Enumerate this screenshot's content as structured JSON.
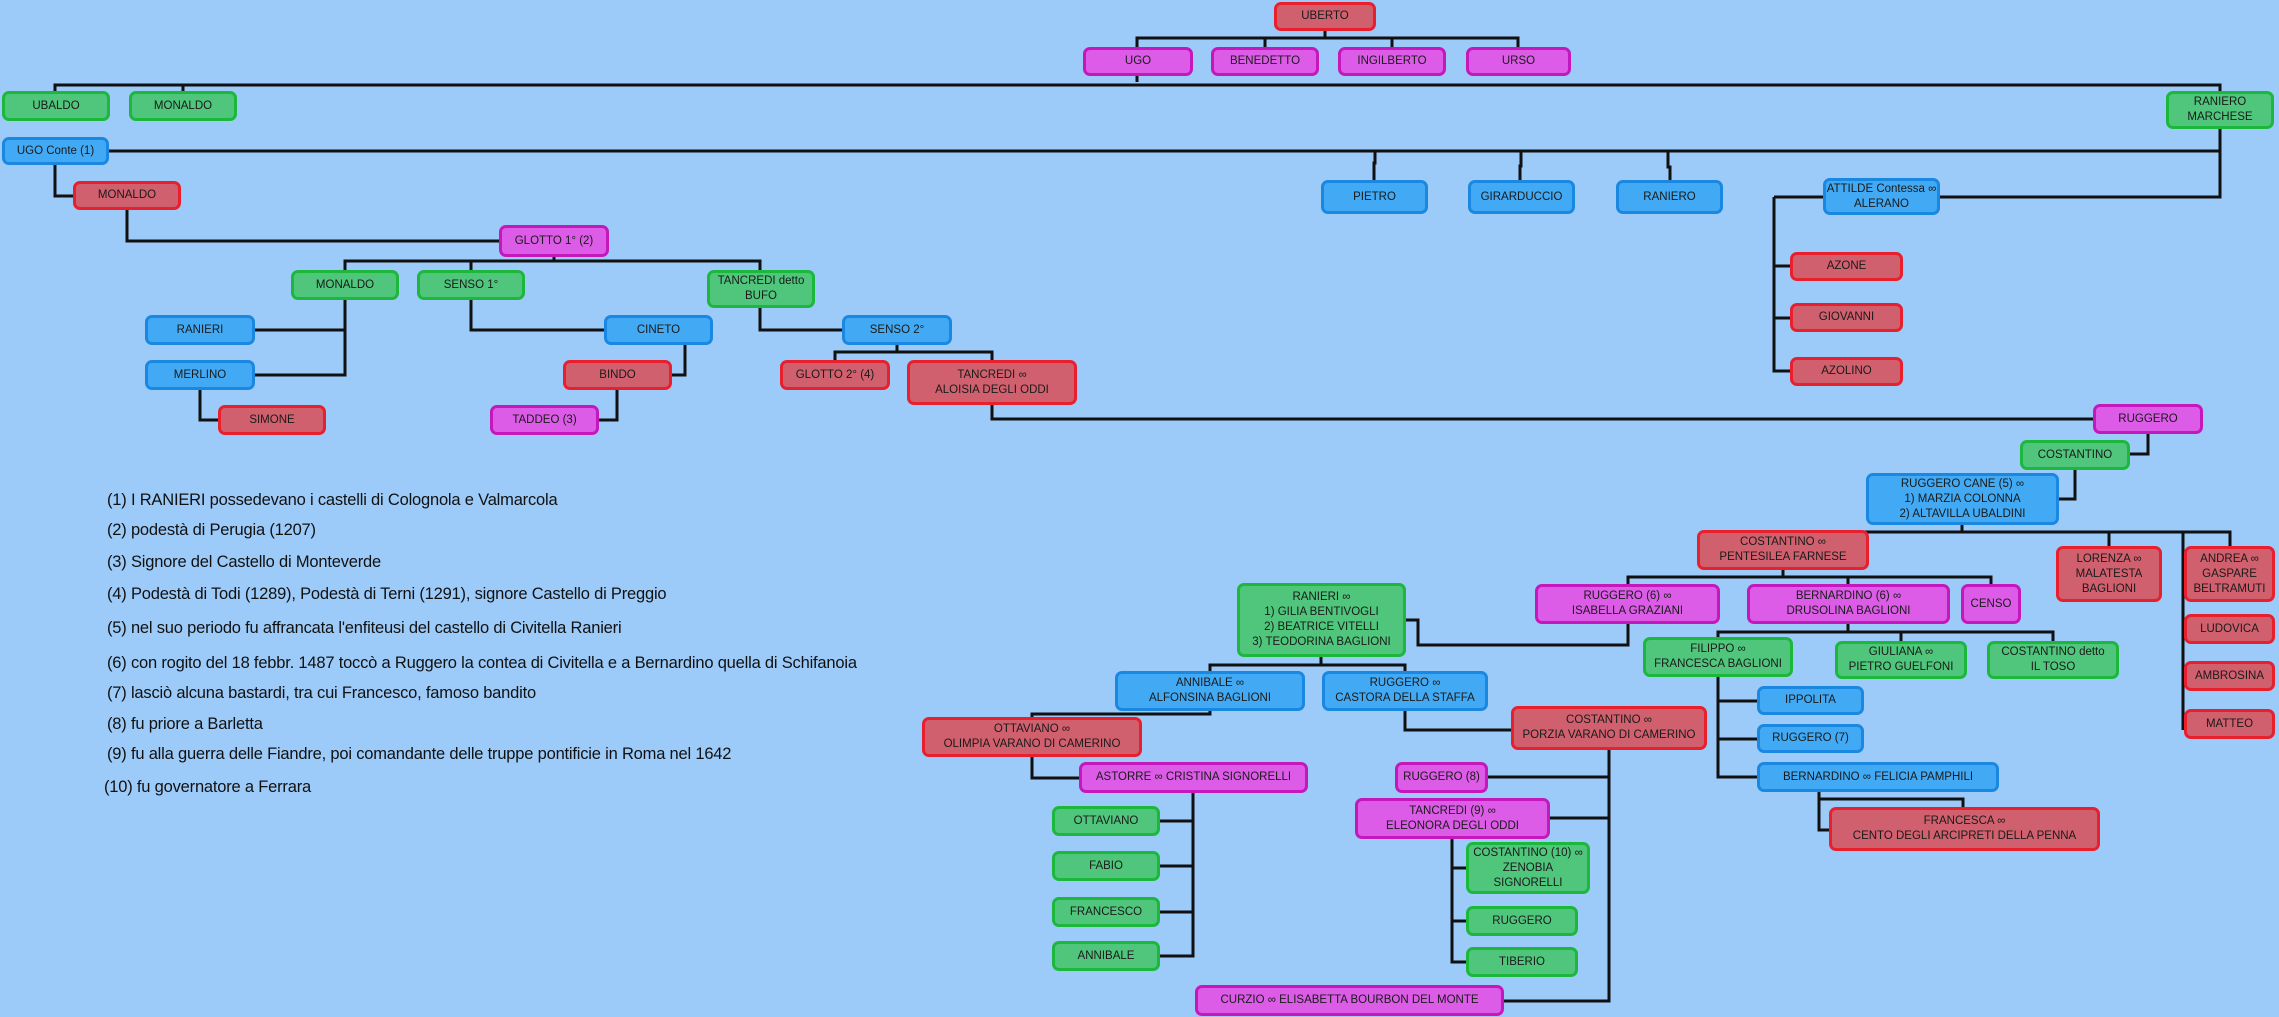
{
  "nodes": {
    "uberto": {
      "label": "UBERTO",
      "color": "red"
    },
    "ugo": {
      "label": "UGO",
      "color": "pink"
    },
    "benedetto": {
      "label": "BENEDETTO",
      "color": "pink"
    },
    "ingilberto": {
      "label": "INGILBERTO",
      "color": "pink"
    },
    "urso": {
      "label": "URSO",
      "color": "pink"
    },
    "ubaldo": {
      "label": "UBALDO",
      "color": "green"
    },
    "monaldo_a": {
      "label": "MONALDO",
      "color": "green"
    },
    "ranieri_marchese": {
      "label": "RANIERO\nMARCHESE",
      "color": "green"
    },
    "ugo_conte": {
      "label": "UGO Conte (1)",
      "color": "blue"
    },
    "pietro": {
      "label": "PIETRO",
      "color": "blue"
    },
    "girarduccio": {
      "label": "GIRARDUCCIO",
      "color": "blue"
    },
    "raniero": {
      "label": "RANIERO",
      "color": "blue"
    },
    "attilde": {
      "label": "ATTILDE Contessa ∞\nALERANO",
      "color": "blue"
    },
    "monaldo_b": {
      "label": "MONALDO",
      "color": "red"
    },
    "azone": {
      "label": "AZONE",
      "color": "red"
    },
    "giovanni": {
      "label": "GIOVANNI",
      "color": "red"
    },
    "azolino": {
      "label": "AZOLINO",
      "color": "red"
    },
    "glotto1": {
      "label": "GLOTTO 1° (2)",
      "color": "pink"
    },
    "monaldo_c": {
      "label": "MONALDO",
      "color": "green"
    },
    "senso1": {
      "label": "SENSO 1°",
      "color": "green"
    },
    "tancredi_bufo": {
      "label": "TANCREDI detto\nBUFO",
      "color": "green"
    },
    "ranieri_a": {
      "label": "RANIERI",
      "color": "blue"
    },
    "merlino": {
      "label": "MERLINO",
      "color": "blue"
    },
    "simone": {
      "label": "SIMONE",
      "color": "red"
    },
    "cineto": {
      "label": "CINETO",
      "color": "blue"
    },
    "bindo": {
      "label": "BINDO",
      "color": "red"
    },
    "taddeo": {
      "label": "TADDEO (3)",
      "color": "pink"
    },
    "senso2": {
      "label": "SENSO 2°",
      "color": "blue"
    },
    "glotto2": {
      "label": "GLOTTO 2° (4)",
      "color": "red"
    },
    "tancredi_oddi": {
      "label": "TANCREDI ∞\nALOISIA DEGLI ODDI",
      "color": "red"
    },
    "ruggero_a": {
      "label": "RUGGERO",
      "color": "pink"
    },
    "costantino_a": {
      "label": "COSTANTINO",
      "color": "green"
    },
    "ruggero_cane": {
      "label": "RUGGERO CANE (5) ∞\n1) MARZIA COLONNA\n2) ALTAVILLA UBALDINI",
      "color": "blue"
    },
    "costantino_farnese": {
      "label": "COSTANTINO ∞\nPENTESILEA  FARNESE",
      "color": "red"
    },
    "lorenza": {
      "label": "LORENZA ∞\nMALATESTA\nBAGLIONI",
      "color": "red"
    },
    "andrea": {
      "label": "ANDREA ∞\nGASPARE\nBELTRAMUTI",
      "color": "red"
    },
    "ludovica": {
      "label": "LUDOVICA",
      "color": "red"
    },
    "ambrosina": {
      "label": "AMBROSINA",
      "color": "red"
    },
    "matteo": {
      "label": "MATTEO",
      "color": "red"
    },
    "ranieri_b": {
      "label": "RANIERI ∞\n1) GILIA BENTIVOGLI\n2) BEATRICE VITELLI\n3) TEODORINA BAGLIONI",
      "color": "green"
    },
    "ruggero_graziani": {
      "label": "RUGGERO (6) ∞\nISABELLA GRAZIANI",
      "color": "pink"
    },
    "bernardino_drusolina": {
      "label": "BERNARDINO (6) ∞\nDRUSOLINA BAGLIONI",
      "color": "pink"
    },
    "censo": {
      "label": "CENSO",
      "color": "pink"
    },
    "filippo": {
      "label": "FILIPPO ∞\nFRANCESCA BAGLIONI",
      "color": "green"
    },
    "giuliana": {
      "label": "GIULIANA ∞\nPIETRO GUELFONI",
      "color": "green"
    },
    "costantino_toso": {
      "label": "COSTANTINO detto\nIL TOSO",
      "color": "green"
    },
    "annibale_alfonsina": {
      "label": "ANNIBALE ∞\nALFONSINA BAGLIONI",
      "color": "blue"
    },
    "ruggero_castora": {
      "label": "RUGGERO ∞\nCASTORA DELLA STAFFA",
      "color": "blue"
    },
    "ippolita": {
      "label": "IPPOLITA",
      "color": "blue"
    },
    "ruggero7": {
      "label": "RUGGERO (7)",
      "color": "blue"
    },
    "bernardino_felicia": {
      "label": "BERNARDINO ∞ FELICIA PAMPHILI",
      "color": "blue"
    },
    "francesca_cento": {
      "label": "FRANCESCA ∞\nCENTO DEGLI ARCIPRETI DELLA PENNA",
      "color": "red"
    },
    "ottaviano_olimpia": {
      "label": "OTTAVIANO ∞\nOLIMPIA VARANO DI CAMERINO",
      "color": "red"
    },
    "costantino_porzia": {
      "label": "COSTANTINO ∞\nPORZIA VARANO DI CAMERINO",
      "color": "red"
    },
    "astorre": {
      "label": "ASTORRE ∞ CRISTINA SIGNORELLI",
      "color": "pink"
    },
    "ruggero8": {
      "label": "RUGGERO (8)",
      "color": "pink"
    },
    "tancredi9": {
      "label": "TANCREDI (9) ∞\nELEONORA DEGLI ODDI",
      "color": "pink"
    },
    "ottaviano_b": {
      "label": "OTTAVIANO",
      "color": "green"
    },
    "fabio": {
      "label": "FABIO",
      "color": "green"
    },
    "francesco": {
      "label": "FRANCESCO",
      "color": "green"
    },
    "annibale_b": {
      "label": "ANNIBALE",
      "color": "green"
    },
    "costantino10": {
      "label": "COSTANTINO (10) ∞\nZENOBIA SIGNORELLI",
      "color": "green"
    },
    "ruggero_b": {
      "label": "RUGGERO",
      "color": "green"
    },
    "tiberio": {
      "label": "TIBERIO",
      "color": "green"
    },
    "curzio": {
      "label": "CURZIO ∞ ELISABETTA BOURBON DEL MONTE",
      "color": "pink"
    }
  },
  "notes": [
    "(1) I RANIERI possedevano i castelli di Colognola e Valmarcola",
    "(2) podestà di Perugia (1207)",
    "(3) Signore del Castello di Monteverde",
    "(4) Podestà di Todi (1289), Podestà di Terni (1291), signore Castello  di Preggio",
    "(5) nel suo periodo fu affrancata l'enfiteusi del castello di Civitella Ranieri",
    "(6) con rogito del 18 febbr. 1487 toccò a Ruggero la contea di Civitella e a Bernardino quella di Schifanoia",
    "(7) lasciò alcuna bastardi, tra cui Francesco, famoso bandito",
    "(8) fu priore a Barletta",
    "(9) fu alla guerra delle Fiandre, poi comandante delle truppe pontificie in Roma nel 1642",
    "(10) fu governatore a Ferrara"
  ],
  "colors": {
    "background": "#9ccbf9",
    "line": "#111111",
    "red": "#d0606e",
    "pink": "#dc5ce8",
    "green": "#4fc67c",
    "blue": "#42aaf4"
  }
}
